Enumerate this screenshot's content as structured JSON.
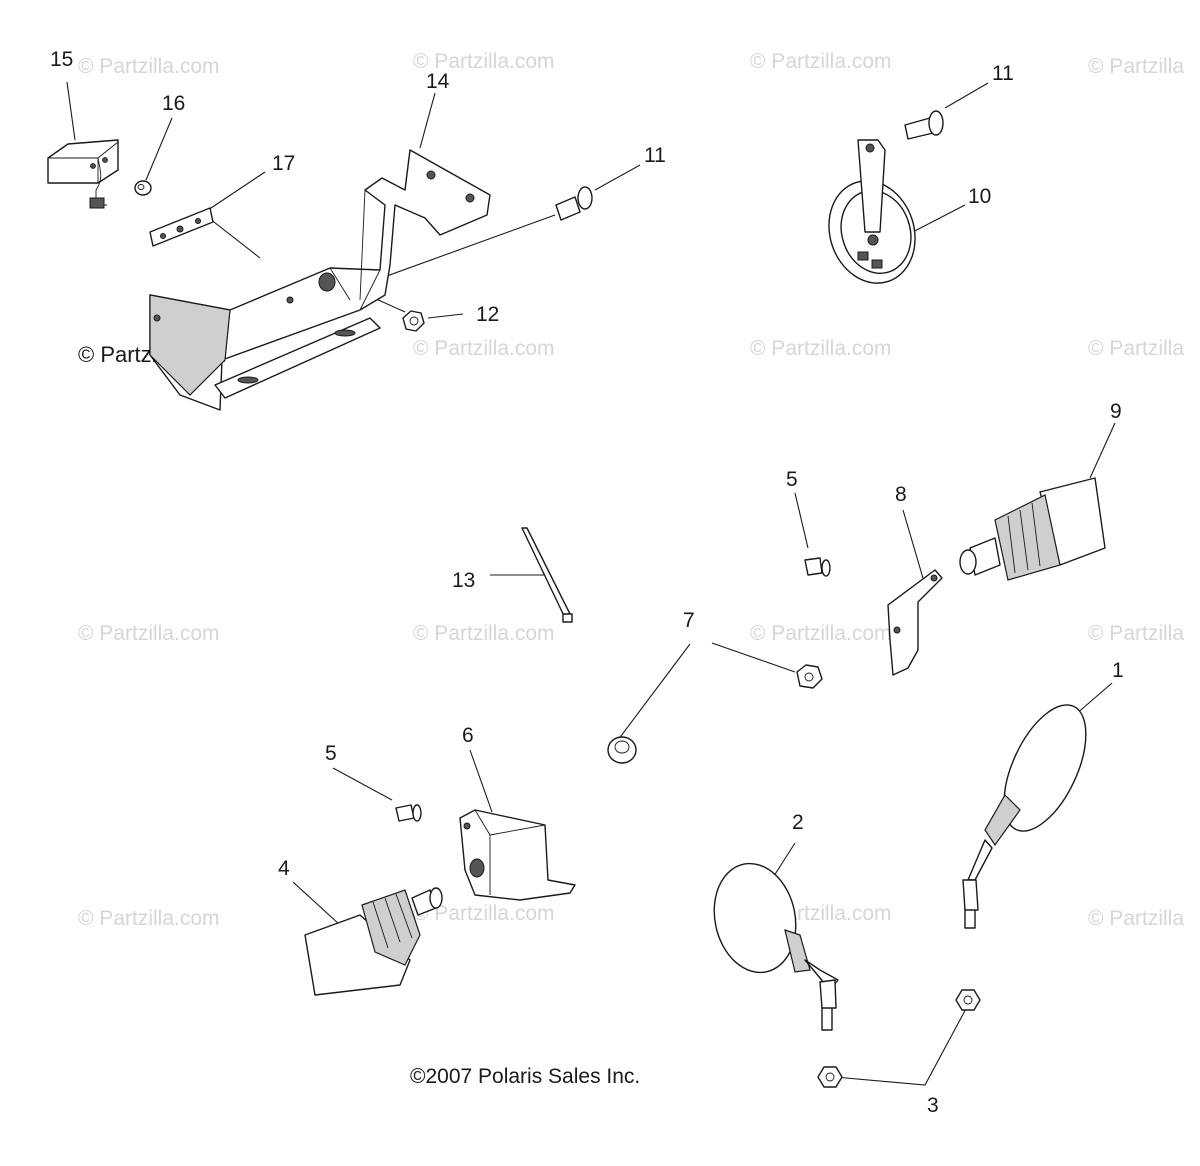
{
  "watermarks": [
    "© Partzilla.com",
    "© Partzilla.com",
    "© Partzilla.com",
    "© Partzilla",
    "© Partzilla.com",
    "© Partzilla.com",
    "© Partzilla",
    "© Partzilla.com",
    "© Partzilla.com",
    "© Partzilla.com",
    "© Partzilla",
    "© Partzilla.com",
    "© Partzilla.com",
    "© Partzilla.com",
    "© Partzilla"
  ],
  "watermark_dark": "© Partzilla.com",
  "callouts": {
    "c15": "15",
    "c16": "16",
    "c17": "17",
    "c14": "14",
    "c11a": "11",
    "c12": "12",
    "c11b": "11",
    "c10": "10",
    "c9": "9",
    "c5a": "5",
    "c8": "8",
    "c13": "13",
    "c7": "7",
    "c1": "1",
    "c6": "6",
    "c5b": "5",
    "c2": "2",
    "c4": "4",
    "c3": "3"
  },
  "copyright": "©2007 Polaris Sales Inc."
}
